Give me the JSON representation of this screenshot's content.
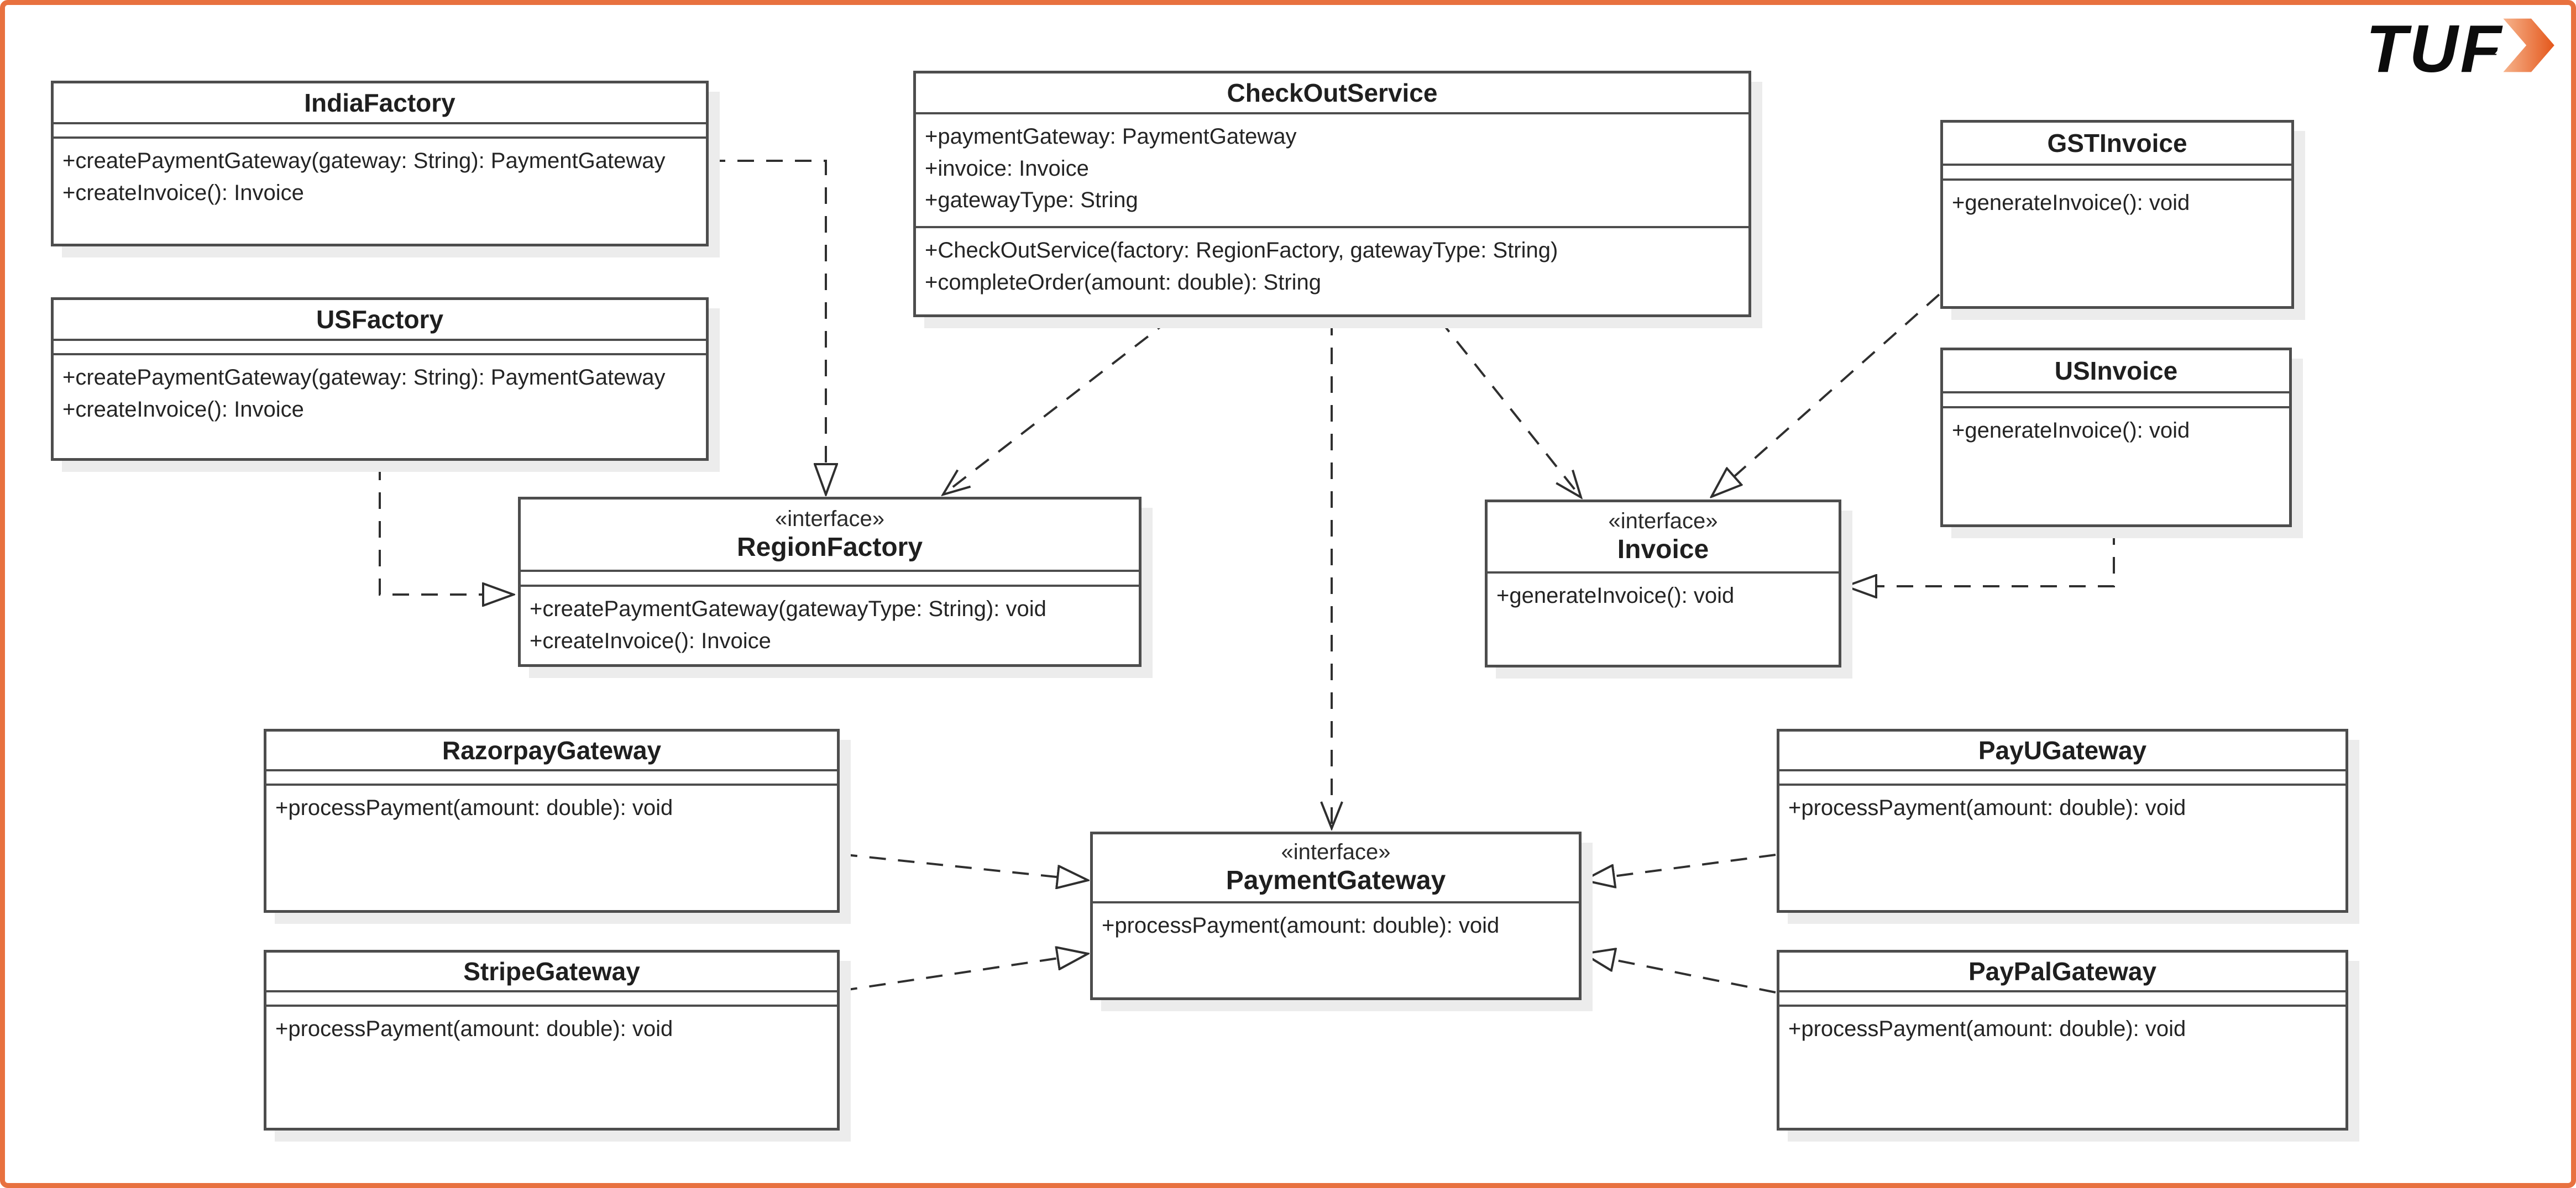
{
  "page": {
    "background_color": "#ffffff",
    "frame_border_color": "#e8713f",
    "box_border_color": "#4d4d4d",
    "line_color": "#2f2f2f"
  },
  "logo": {
    "text": "TUF",
    "arrow_color": "#e4571b"
  },
  "classes": [
    {
      "name": "IndiaFactory",
      "stereotype": "",
      "attributes": [],
      "methods": [
        "+createPaymentGateway(gateway: String): PaymentGateway",
        "+createInvoice(): Invoice"
      ]
    },
    {
      "name": "USFactory",
      "stereotype": "",
      "attributes": [],
      "methods": [
        "+createPaymentGateway(gateway: String): PaymentGateway",
        "+createInvoice(): Invoice"
      ]
    },
    {
      "name": "CheckOutService",
      "stereotype": "",
      "attributes": [
        "+paymentGateway: PaymentGateway",
        "+invoice: Invoice",
        "+gatewayType: String"
      ],
      "methods": [
        "+CheckOutService(factory: RegionFactory, gatewayType: String)",
        "+completeOrder(amount: double): String"
      ]
    },
    {
      "name": "GSTInvoice",
      "stereotype": "",
      "attributes": [],
      "methods": [
        "+generateInvoice(): void"
      ]
    },
    {
      "name": "USInvoice",
      "stereotype": "",
      "attributes": [],
      "methods": [
        "+generateInvoice(): void"
      ]
    },
    {
      "name": "RegionFactory",
      "stereotype": "«interface»",
      "attributes": [],
      "methods": [
        "+createPaymentGateway(gatewayType: String): void",
        "+createInvoice(): Invoice"
      ]
    },
    {
      "name": "Invoice",
      "stereotype": "«interface»",
      "attributes": [],
      "methods": [
        "+generateInvoice(): void"
      ]
    },
    {
      "name": "PaymentGateway",
      "stereotype": "«interface»",
      "attributes": [],
      "methods": [
        "+processPayment(amount: double): void"
      ]
    },
    {
      "name": "RazorpayGateway",
      "stereotype": "",
      "attributes": [],
      "methods": [
        "+processPayment(amount: double): void"
      ]
    },
    {
      "name": "StripeGateway",
      "stereotype": "",
      "attributes": [],
      "methods": [
        "+processPayment(amount: double): void"
      ]
    },
    {
      "name": "PayUGateway",
      "stereotype": "",
      "attributes": [],
      "methods": [
        "+processPayment(amount: double): void"
      ]
    },
    {
      "name": "PayPalGateway",
      "stereotype": "",
      "attributes": [],
      "methods": [
        "+processPayment(amount: double): void"
      ]
    }
  ],
  "relationships": [
    {
      "from": "IndiaFactory",
      "to": "RegionFactory",
      "type": "realization"
    },
    {
      "from": "USFactory",
      "to": "RegionFactory",
      "type": "realization"
    },
    {
      "from": "CheckOutService",
      "to": "RegionFactory",
      "type": "dependency"
    },
    {
      "from": "CheckOutService",
      "to": "PaymentGateway",
      "type": "dependency"
    },
    {
      "from": "CheckOutService",
      "to": "Invoice",
      "type": "dependency"
    },
    {
      "from": "GSTInvoice",
      "to": "Invoice",
      "type": "realization"
    },
    {
      "from": "USInvoice",
      "to": "Invoice",
      "type": "realization"
    },
    {
      "from": "RazorpayGateway",
      "to": "PaymentGateway",
      "type": "realization"
    },
    {
      "from": "StripeGateway",
      "to": "PaymentGateway",
      "type": "realization"
    },
    {
      "from": "PayUGateway",
      "to": "PaymentGateway",
      "type": "realization"
    },
    {
      "from": "PayPalGateway",
      "to": "PaymentGateway",
      "type": "realization"
    }
  ]
}
